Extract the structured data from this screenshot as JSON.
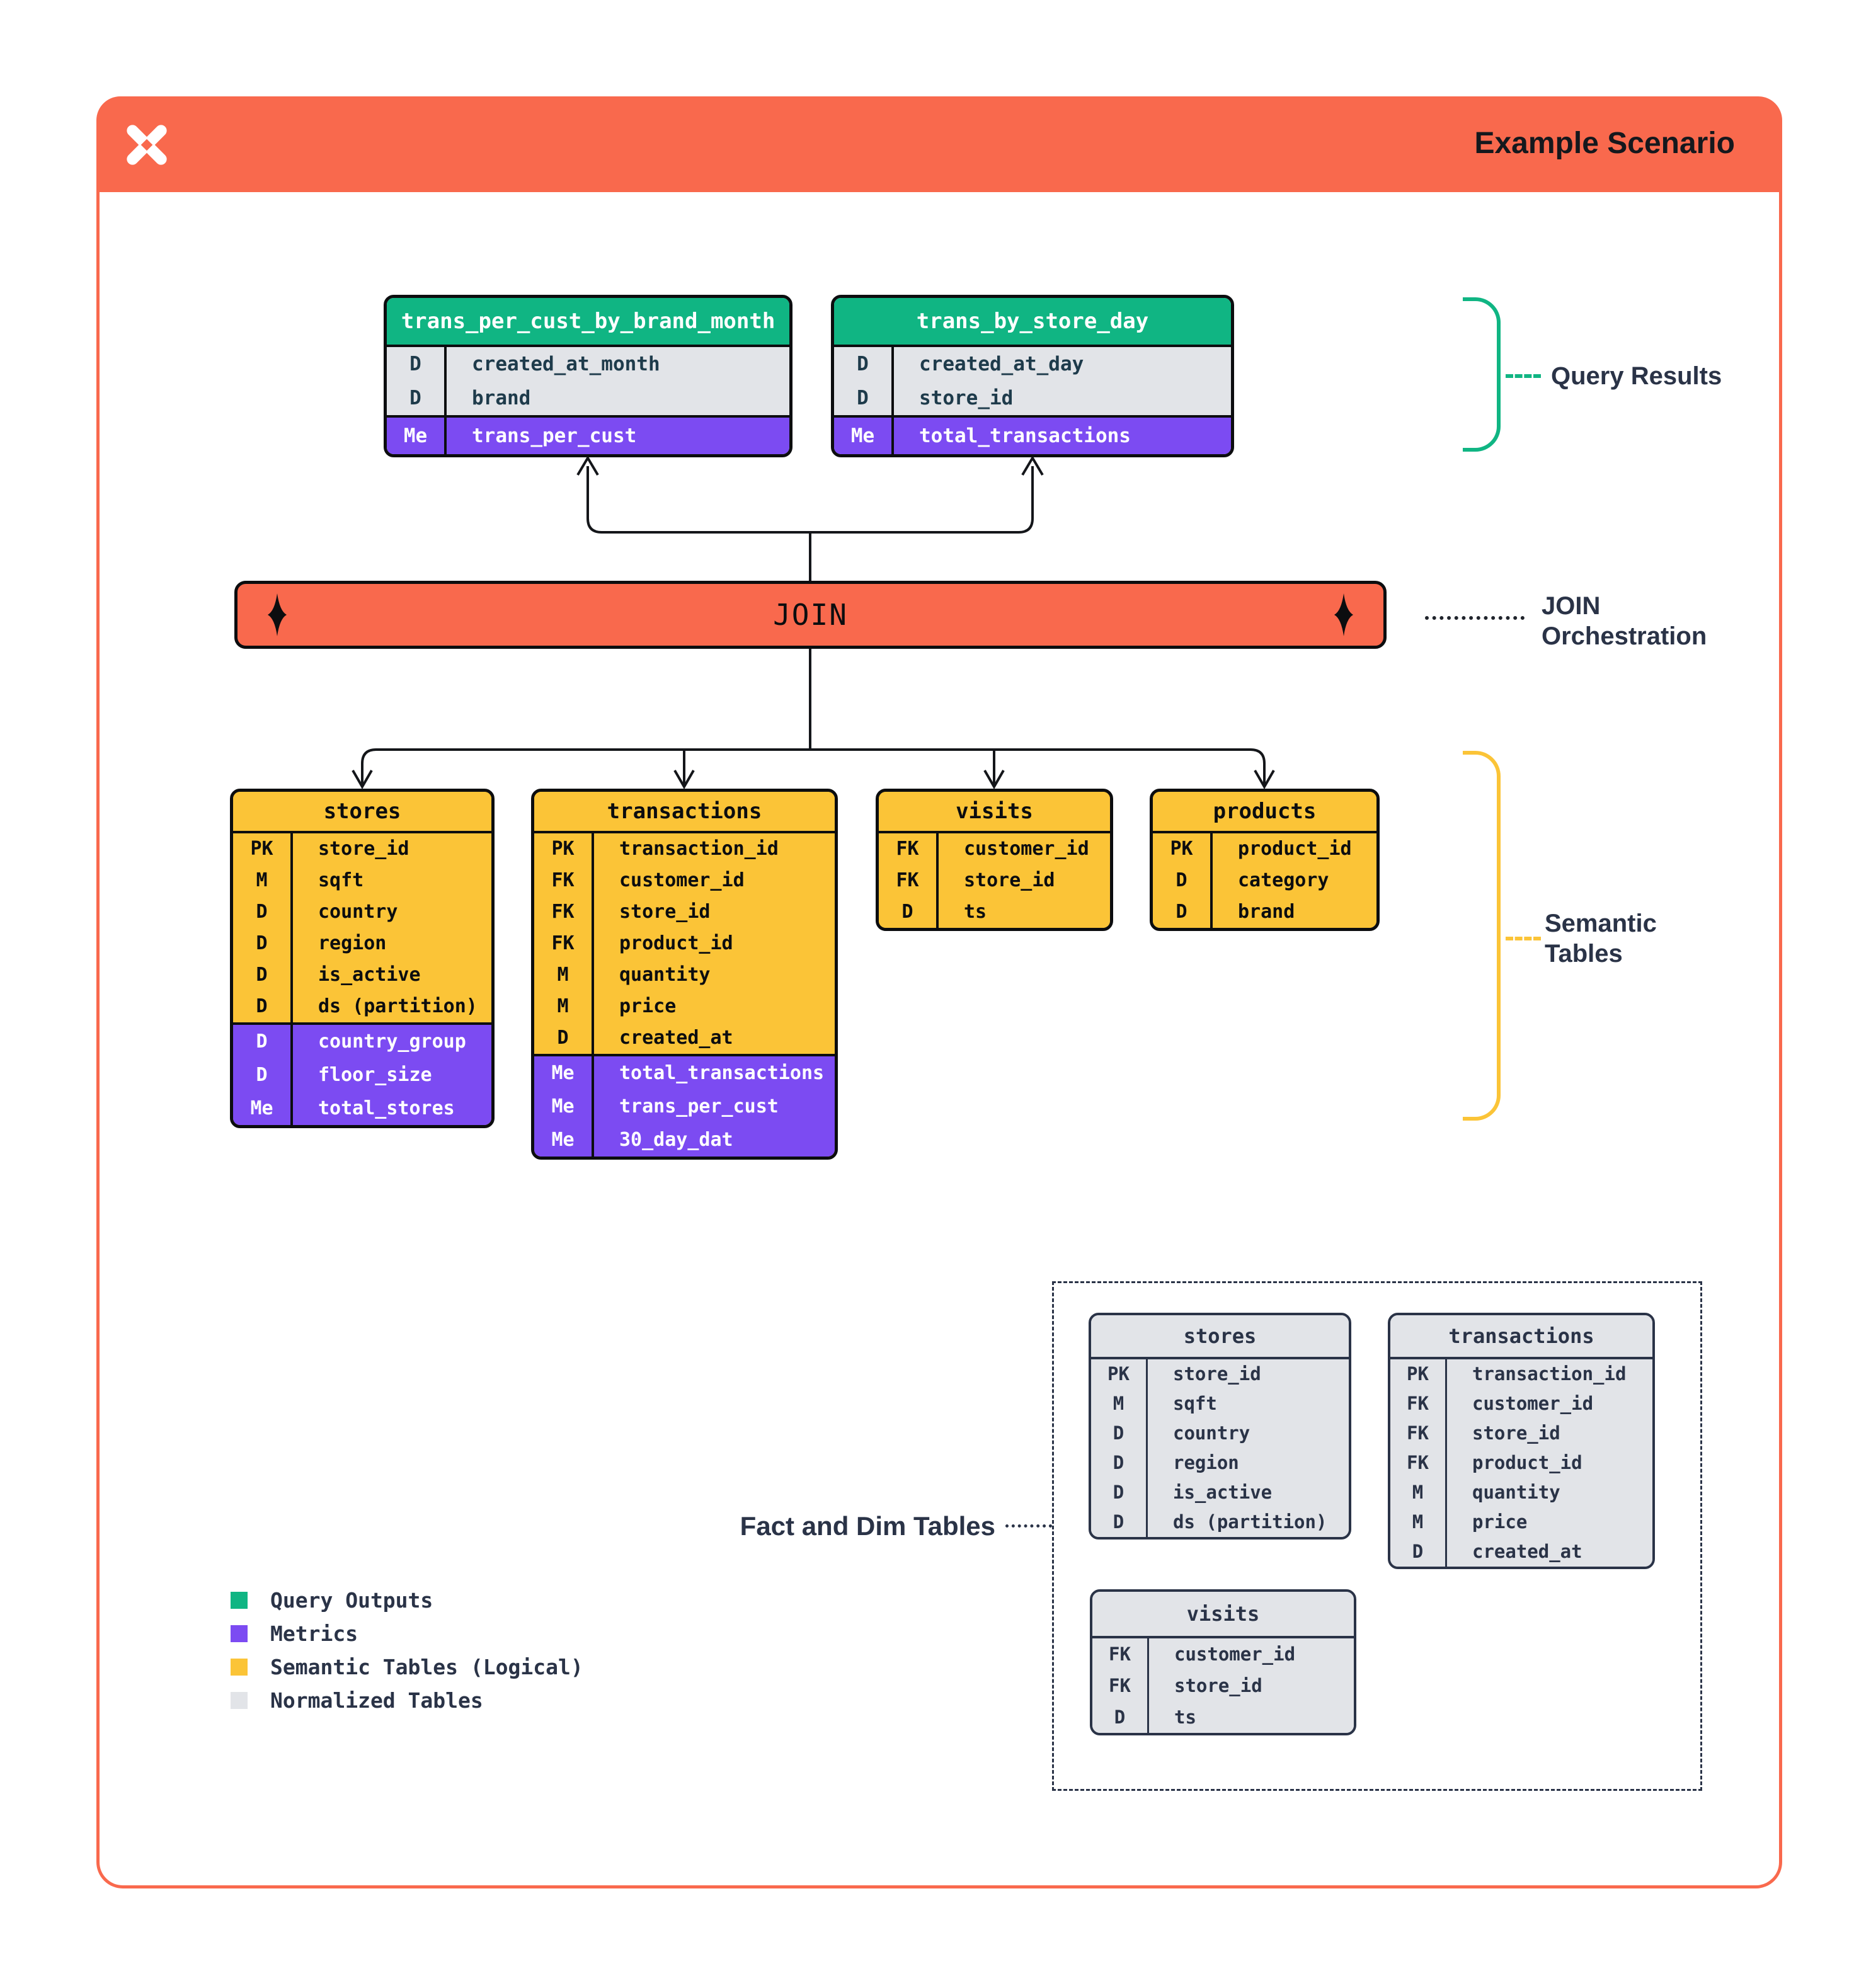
{
  "header": {
    "title": "Example Scenario"
  },
  "join": {
    "label": "JOIN"
  },
  "annotations": {
    "query_results": "Query Results",
    "join_orchestration_line1": "JOIN",
    "join_orchestration_line2": "Orchestration",
    "semantic_tables_line1": "Semantic",
    "semantic_tables_line2": "Tables",
    "fact_and_dim": "Fact and Dim Tables"
  },
  "query_result_tables": [
    {
      "name": "trans_per_cust_by_brand_month",
      "dims": [
        [
          "D",
          "created_at_month"
        ],
        [
          "D",
          "brand"
        ]
      ],
      "metrics": [
        [
          "Me",
          "trans_per_cust"
        ]
      ]
    },
    {
      "name": "trans_by_store_day",
      "dims": [
        [
          "D",
          "created_at_day"
        ],
        [
          "D",
          "store_id"
        ]
      ],
      "metrics": [
        [
          "Me",
          "total_transactions"
        ]
      ]
    }
  ],
  "semantic_tables": [
    {
      "name": "stores",
      "dims": [
        [
          "PK",
          "store_id"
        ],
        [
          "M",
          "sqft"
        ],
        [
          "D",
          "country"
        ],
        [
          "D",
          "region"
        ],
        [
          "D",
          "is_active"
        ],
        [
          "D",
          "ds (partition)"
        ]
      ],
      "metrics": [
        [
          "D",
          "country_group"
        ],
        [
          "D",
          "floor_size"
        ],
        [
          "Me",
          "total_stores"
        ]
      ]
    },
    {
      "name": "transactions",
      "dims": [
        [
          "PK",
          "transaction_id"
        ],
        [
          "FK",
          "customer_id"
        ],
        [
          "FK",
          "store_id"
        ],
        [
          "FK",
          "product_id"
        ],
        [
          "M",
          "quantity"
        ],
        [
          "M",
          "price"
        ],
        [
          "D",
          "created_at"
        ]
      ],
      "metrics": [
        [
          "Me",
          "total_transactions"
        ],
        [
          "Me",
          "trans_per_cust"
        ],
        [
          "Me",
          "30_day_dat"
        ]
      ]
    },
    {
      "name": "visits",
      "dims": [
        [
          "FK",
          "customer_id"
        ],
        [
          "FK",
          "store_id"
        ],
        [
          "D",
          "ts"
        ]
      ],
      "metrics": []
    },
    {
      "name": "products",
      "dims": [
        [
          "PK",
          "product_id"
        ],
        [
          "D",
          "category"
        ],
        [
          "D",
          "brand"
        ]
      ],
      "metrics": []
    }
  ],
  "normalized_tables": [
    {
      "name": "stores",
      "dims": [
        [
          "PK",
          "store_id"
        ],
        [
          "M",
          "sqft"
        ],
        [
          "D",
          "country"
        ],
        [
          "D",
          "region"
        ],
        [
          "D",
          "is_active"
        ],
        [
          "D",
          "ds (partition)"
        ]
      ]
    },
    {
      "name": "transactions",
      "dims": [
        [
          "PK",
          "transaction_id"
        ],
        [
          "FK",
          "customer_id"
        ],
        [
          "FK",
          "store_id"
        ],
        [
          "FK",
          "product_id"
        ],
        [
          "M",
          "quantity"
        ],
        [
          "M",
          "price"
        ],
        [
          "D",
          "created_at"
        ]
      ]
    },
    {
      "name": "visits",
      "dims": [
        [
          "FK",
          "customer_id"
        ],
        [
          "FK",
          "store_id"
        ],
        [
          "D",
          "ts"
        ]
      ]
    }
  ],
  "legend": {
    "items": [
      {
        "label": "Query Outputs",
        "color": "#10B583"
      },
      {
        "label": "Metrics",
        "color": "#7C4BF2"
      },
      {
        "label": "Semantic Tables (Logical)",
        "color": "#FBC437"
      },
      {
        "label": "Normalized Tables",
        "color": "#E2E4E8"
      }
    ]
  },
  "colors": {
    "orange": "#F9694D",
    "teal": "#10B583",
    "purple": "#7C4BF2",
    "yellow": "#FBC437",
    "gray": "#E2E4E8",
    "navy": "#2A3347",
    "ink": "#14161A",
    "tealdark": "#1E3B4B"
  }
}
